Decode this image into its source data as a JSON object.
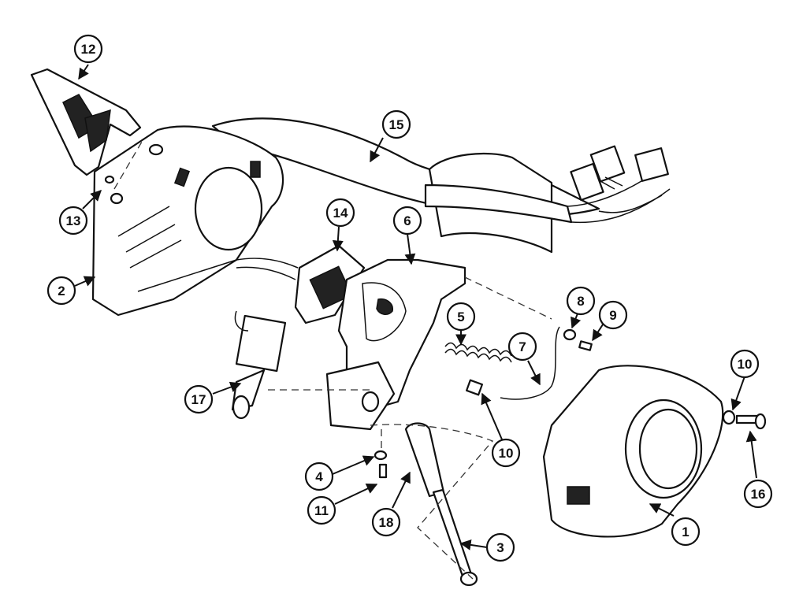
{
  "callouts": [
    {
      "id": "c1",
      "label": "1"
    },
    {
      "id": "c2",
      "label": "2"
    },
    {
      "id": "c3",
      "label": "3"
    },
    {
      "id": "c4",
      "label": "4"
    },
    {
      "id": "c5",
      "label": "5"
    },
    {
      "id": "c6",
      "label": "6"
    },
    {
      "id": "c7",
      "label": "7"
    },
    {
      "id": "c8",
      "label": "8"
    },
    {
      "id": "c9",
      "label": "9"
    },
    {
      "id": "c10a",
      "label": "10"
    },
    {
      "id": "c10b",
      "label": "10"
    },
    {
      "id": "c11",
      "label": "11"
    },
    {
      "id": "c12",
      "label": "12"
    },
    {
      "id": "c13",
      "label": "13"
    },
    {
      "id": "c14",
      "label": "14"
    },
    {
      "id": "c15",
      "label": "15"
    },
    {
      "id": "c16",
      "label": "16"
    },
    {
      "id": "c17",
      "label": "17"
    },
    {
      "id": "c18",
      "label": "18"
    }
  ]
}
